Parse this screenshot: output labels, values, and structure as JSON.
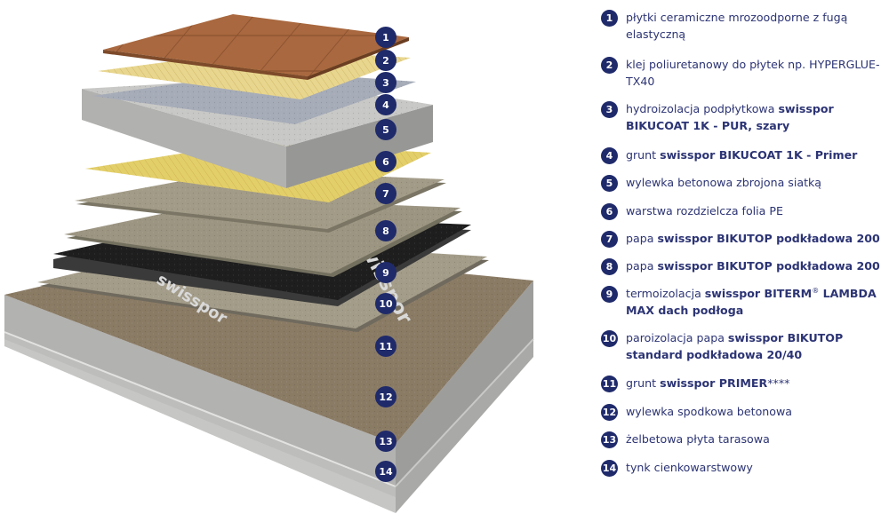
{
  "legend": {
    "items": [
      {
        "number": "1",
        "parts": [
          {
            "text": "płytki ceramiczne mrozoodporne z fugą elastyczną",
            "bold": false
          }
        ]
      },
      {
        "number": "2",
        "parts": [
          {
            "text": "klej poliuretanowy do płytek np. HYPERGLUE-TX40",
            "bold": false
          }
        ]
      },
      {
        "number": "3",
        "parts": [
          {
            "text": "hydroizolacja podpłytkowa ",
            "bold": false
          },
          {
            "text": "swisspor BIKUCOAT 1K - PUR, szary",
            "bold": true
          }
        ]
      },
      {
        "number": "4",
        "parts": [
          {
            "text": "grunt ",
            "bold": false
          },
          {
            "text": "swisspor BIKUCOAT 1K - Primer",
            "bold": true
          }
        ]
      },
      {
        "number": "5",
        "parts": [
          {
            "text": "wylewka betonowa zbrojona siatką",
            "bold": false
          }
        ]
      },
      {
        "number": "6",
        "parts": [
          {
            "text": "warstwa rozdzielcza folia PE",
            "bold": false
          }
        ]
      },
      {
        "number": "7",
        "parts": [
          {
            "text": "papa ",
            "bold": false
          },
          {
            "text": "swisspor BIKUTOP podkładowa 200",
            "bold": true
          }
        ]
      },
      {
        "number": "8",
        "parts": [
          {
            "text": "papa ",
            "bold": false
          },
          {
            "text": "swisspor BIKUTOP podkładowa 200",
            "bold": true
          }
        ]
      },
      {
        "number": "9",
        "parts": [
          {
            "text": "termoizolacja ",
            "bold": false
          },
          {
            "text": "swisspor BITERM",
            "bold": true
          },
          {
            "text": "®",
            "bold": false,
            "sup": true
          },
          {
            "text": " LAMBDA MAX dach podłoga",
            "bold": true
          }
        ]
      },
      {
        "number": "10",
        "parts": [
          {
            "text": "paroizolacja papa ",
            "bold": false
          },
          {
            "text": "swisspor BIKUTOP standard podkładowa 20/40",
            "bold": true
          }
        ]
      },
      {
        "number": "11",
        "parts": [
          {
            "text": "grunt ",
            "bold": false
          },
          {
            "text": "swisspor PRIMER",
            "bold": true
          },
          {
            "text": "****",
            "bold": false
          }
        ]
      },
      {
        "number": "12",
        "parts": [
          {
            "text": "wylewka spodkowa betonowa",
            "bold": false
          }
        ]
      },
      {
        "number": "13",
        "parts": [
          {
            "text": "żelbetowa płyta tarasowa",
            "bold": false
          }
        ]
      },
      {
        "number": "14",
        "parts": [
          {
            "text": "tynk cienkowarstwowy",
            "bold": false
          }
        ]
      }
    ]
  },
  "diagram": {
    "membrane_print": "swisspor",
    "badges": [
      "1",
      "2",
      "3",
      "4",
      "5",
      "6",
      "7",
      "8",
      "9",
      "10",
      "11",
      "12",
      "13",
      "14"
    ]
  },
  "colors": {
    "badge": "#1f2a6b",
    "legend_text": "#2c3474",
    "tile": "#a9683f",
    "adhesive": "#e8d68f",
    "waterproofing": "#a6acb8",
    "concrete": "#b4b4b2",
    "foil": "#e3cf6a",
    "membrane_sand": "#9d9684",
    "membrane_black": "#1e1e1e"
  }
}
